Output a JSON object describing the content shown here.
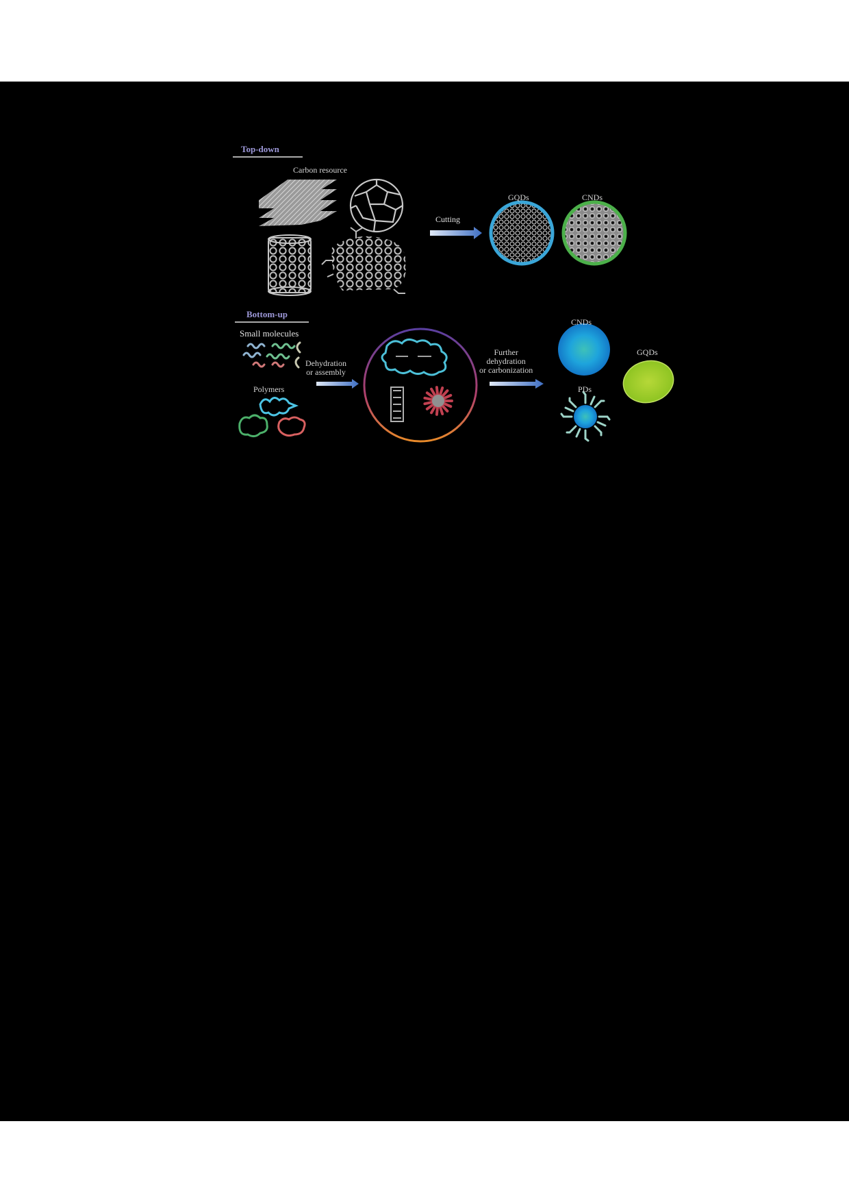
{
  "figure": {
    "description": "Synthesis routes of carbon dots",
    "top_down": {
      "heading": "Top-down",
      "source_label": "Carbon resource",
      "sources": [
        "graphite-sheets",
        "fullerene",
        "carbon-nanotube",
        "graphene-oxide"
      ],
      "process_label": "Cutting",
      "products": [
        {
          "label": "GQDs",
          "ring_color": "#3aa6d8"
        },
        {
          "label": "CNDs",
          "ring_color": "#4cb04a"
        }
      ]
    },
    "bottom_up": {
      "heading": "Bottom-up",
      "small_molecules_label": "Small molecules",
      "polymers_label": "Polymers",
      "step1_label_line1": "Dehydration",
      "step1_label_line2": "or assembly",
      "step2_label_line1": "Further",
      "step2_label_line2": "dehydration",
      "step2_label_line3": "or carbonization",
      "products": [
        {
          "label": "CNDs",
          "color": "#1e9fe0"
        },
        {
          "label": "GQDs",
          "color": "#a8d42a"
        },
        {
          "label": "PDs",
          "color": "#1e9fe0"
        }
      ]
    },
    "colors": {
      "background": "#000000",
      "page": "#ffffff",
      "heading": "#9d98d8",
      "line_art": "#c8c8c8",
      "arrow": "#4a78c8"
    }
  }
}
